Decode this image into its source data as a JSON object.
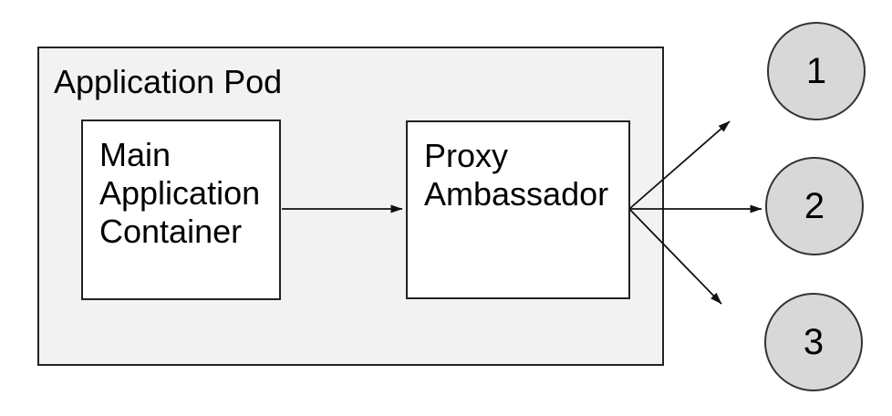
{
  "pod": {
    "label": "Application Pod"
  },
  "containers": {
    "main": {
      "label": "Main Application Container"
    },
    "proxy": {
      "label": "Proxy Ambassador"
    }
  },
  "endpoints": [
    {
      "label": "1"
    },
    {
      "label": "2"
    },
    {
      "label": "3"
    }
  ],
  "connections": [
    {
      "from": "Main Application Container",
      "to": "Proxy Ambassador"
    },
    {
      "from": "Proxy Ambassador",
      "to": "1"
    },
    {
      "from": "Proxy Ambassador",
      "to": "2"
    },
    {
      "from": "Proxy Ambassador",
      "to": "3"
    }
  ],
  "colors": {
    "pod-fill": "#f2f2f2",
    "node-fill": "#ffffff",
    "circle-fill": "#d8d8d8",
    "box-stroke": "#222222",
    "circle-stroke": "#333333",
    "arrow-stroke": "#111111",
    "text": "#000000",
    "canvas-bg": "#ffffff"
  }
}
